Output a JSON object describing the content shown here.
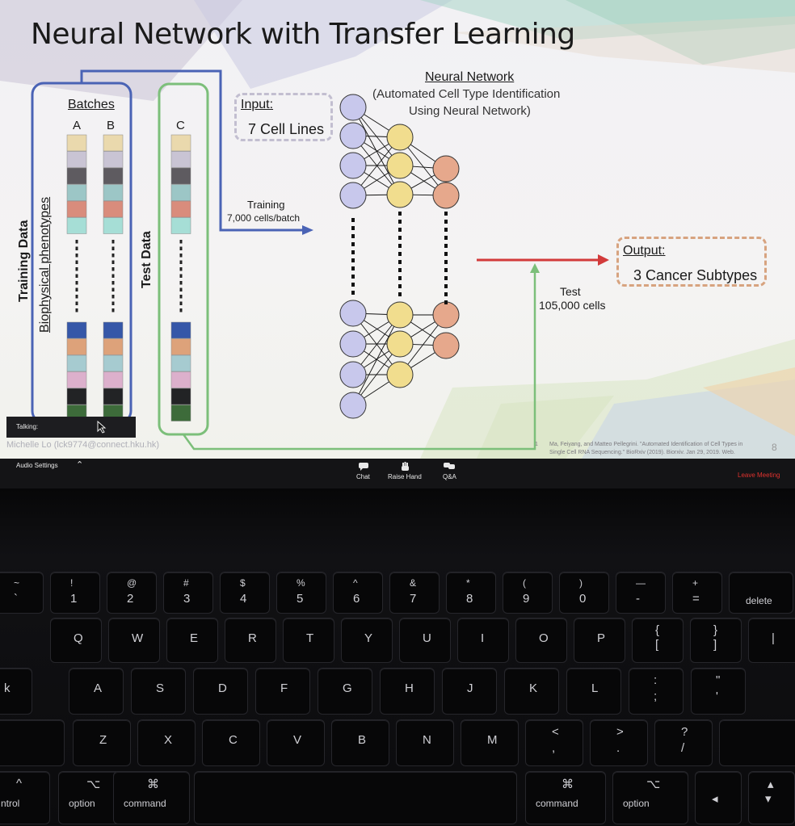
{
  "slide": {
    "title": "Neural Network with Transfer Learning",
    "training_data_label": "Training Data",
    "biophysical_label": "Biophysical phenotypes",
    "test_data_label": "Test Data",
    "batches_label": "Batches",
    "batch_a": "A",
    "batch_b": "B",
    "batch_c": "C",
    "input_title": "Input:",
    "input_value": "7 Cell Lines",
    "nn_title": "Neural Network",
    "nn_subtitle_1": "(Automated Cell Type Identification",
    "nn_subtitle_2": "Using Neural Network)",
    "training_label": "Training",
    "training_count": "7,000 cells/batch",
    "test_label": "Test",
    "test_count": "105,000 cells",
    "output_title": "Output:",
    "output_value": "3 Cancer Subtypes",
    "slide_number": "8",
    "reference_number": "1",
    "reference_1": "Ma, Feiyang, and Matteo Pellegrini. \"Automated Identification of Cell Types in",
    "reference_2": "Single Cell RNA Sequencing.\" BioRxiv (2019). Biorxiv. Jan 29, 2019. Web.",
    "colors": {
      "training_border": "#4a63b5",
      "test_border": "#7cbf7a",
      "input_node": "#c8c8ec",
      "hidden_node": "#f1dd8e",
      "output_node": "#e6a88c",
      "output_arrow": "#d23a3a"
    },
    "cell_colors_top": [
      "#ead9ad",
      "#c9c4d4",
      "#5e5b60",
      "#9cc6c6",
      "#d98c7c",
      "#a6ded6"
    ],
    "cell_colors_bottom": [
      "#3557a8",
      "#dda27a",
      "#a6cbd0",
      "#dcb0cc",
      "#222325",
      "#3d6b3a"
    ]
  },
  "zoom": {
    "talking_label": "Talking:",
    "participant_label": "Michelle Lo (lck9774@connect.hku.hk)",
    "audio_settings": "Audio Settings",
    "chat": "Chat",
    "raise_hand": "Raise Hand",
    "qa": "Q&A",
    "leave_meeting": "Leave Meeting",
    "leave_color": "#e0322e"
  },
  "keyboard": {
    "row1": [
      {
        "top": "~",
        "bottom": "`"
      },
      {
        "top": "!",
        "bottom": "1"
      },
      {
        "top": "@",
        "bottom": "2"
      },
      {
        "top": "#",
        "bottom": "3"
      },
      {
        "top": "$",
        "bottom": "4"
      },
      {
        "top": "%",
        "bottom": "5"
      },
      {
        "top": "^",
        "bottom": "6"
      },
      {
        "top": "&",
        "bottom": "7"
      },
      {
        "top": "*",
        "bottom": "8"
      },
      {
        "top": "(",
        "bottom": "9"
      },
      {
        "top": ")",
        "bottom": "0"
      },
      {
        "top": "—",
        "bottom": "-"
      },
      {
        "top": "+",
        "bottom": "="
      },
      {
        "top": "",
        "bottom": "delete"
      }
    ],
    "row2": [
      "Q",
      "W",
      "E",
      "R",
      "T",
      "Y",
      "U",
      "I",
      "O",
      "P",
      "{ [",
      "} ]",
      "|"
    ],
    "row3": [
      "k",
      "A",
      "S",
      "D",
      "F",
      "G",
      "H",
      "J",
      "K",
      "L",
      ": ;",
      "\" '"
    ],
    "row4": [
      "Z",
      "X",
      "C",
      "V",
      "B",
      "N",
      "M",
      "< ,",
      "> .",
      "? /"
    ],
    "row5": [
      {
        "top": "^",
        "bottom": "ntrol"
      },
      {
        "top": "⌥",
        "bottom": "option"
      },
      {
        "top": "⌘",
        "bottom": "command"
      },
      {
        "top": "⌘",
        "bottom": "command"
      },
      {
        "top": "⌥",
        "bottom": "option"
      },
      {
        "top": "",
        "bottom": "◂"
      },
      {
        "top": "▴",
        "bottom": "▾"
      }
    ]
  }
}
